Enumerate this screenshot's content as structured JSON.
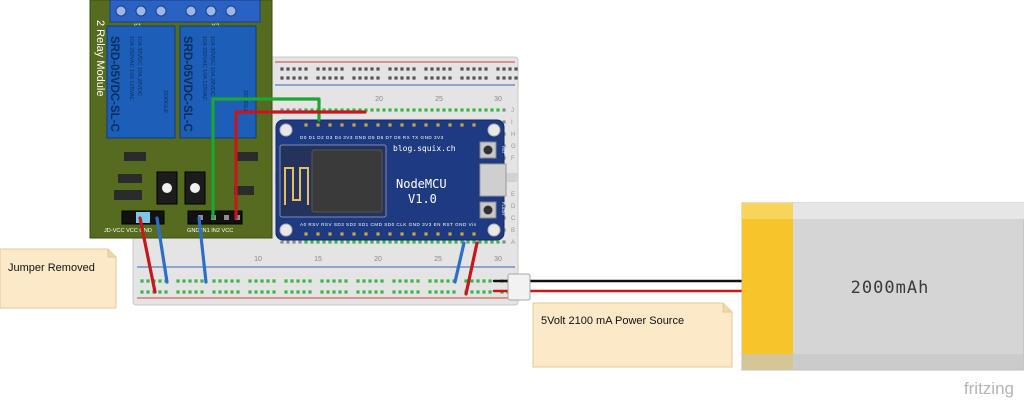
{
  "relay_module": {
    "title": "2 Relay Module",
    "relay_1": {
      "model": "SRD-05VDC-SL-C",
      "specs": [
        "10A 250VAC 10A 125VAC",
        "10A 30VDC 10A 28VDC"
      ],
      "brand": "SONGLE"
    },
    "relay_2": {
      "model": "SRD-05VDC-SL-C",
      "specs": [
        "10A 250VAC 10A 125VAC",
        "10A 30VDC 10A 28VDC"
      ],
      "brand": "SONGLE"
    },
    "channel_labels": [
      "K1",
      "K2"
    ],
    "left_header_labels": "JD-VCC  VCC  GND",
    "right_header_labels": "GND IN1 IN2 VCC"
  },
  "nodemcu": {
    "name": "NodeMCU",
    "version": "V1.0",
    "site": "blog.squix.ch",
    "top_pins": "D0  D1  D2  D3  D4  3V3 GND D5  D6  D7  D8  RX  TX  GND 3V3",
    "bottom_pins": "A0  RSV RSV SD3 SD2 SD1 CMD SD0 CLK GND 3V3 EN  RST GND Vin",
    "btn_top": "RST",
    "btn_bottom": "FLASH"
  },
  "breadboard": {
    "column_numbers": [
      "20",
      "25",
      "30"
    ],
    "lower_column_numbers": [
      "10",
      "15",
      "20",
      "25",
      "30"
    ],
    "row_letters_top": [
      "J",
      "I",
      "H",
      "G",
      "F"
    ],
    "row_letters_bottom": [
      "E",
      "D",
      "C",
      "B",
      "A"
    ]
  },
  "notes": {
    "jumper": "Jumper Removed",
    "power": "5Volt 2100 mA Power Source"
  },
  "battery": {
    "label": "2000mAh"
  },
  "watermark": "fritzing",
  "colors": {
    "relay_board": "#556b1f",
    "relay_blue": "#1d5fb8",
    "nodemcu_board": "#1e3a80",
    "wire_red": "#c8161d",
    "wire_green": "#1aa832",
    "wire_blue": "#2c6fc4",
    "note_fill": "#fbe9c8",
    "battery_yellow": "#f7c52a",
    "battery_body": "#d5d5d5"
  }
}
